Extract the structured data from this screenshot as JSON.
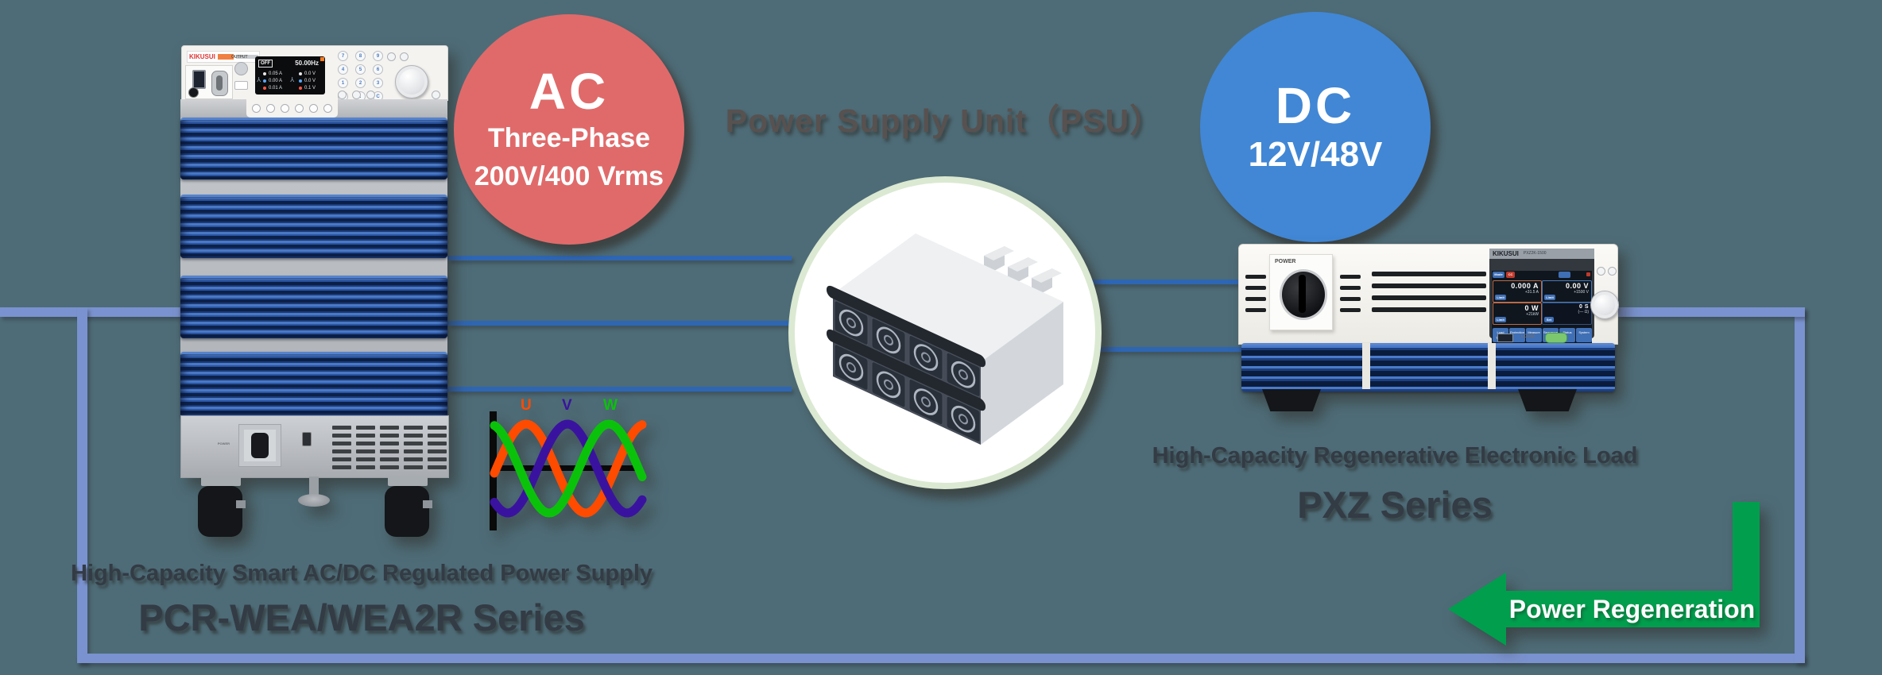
{
  "colors": {
    "background": "#4e6c77",
    "ac_badge": "#e06a6a",
    "dc_badge": "#4187d5",
    "line_blue": "#2e66b4",
    "loop_blue": "#7a92cf",
    "regen_green": "#009e4d",
    "caption_text": "#333b45",
    "psu_title_text": "#575150"
  },
  "psu": {
    "title": "Power Supply Unit（PSU）"
  },
  "ac_source": {
    "badge": {
      "title": "AC",
      "subtitle1": "Three-Phase",
      "subtitle2": "200V/400 Vrms"
    },
    "caption": {
      "line1": "High-Capacity Smart AC/DC Regulated Power Supply",
      "line2": "PCR-WEA/WEA2R Series"
    },
    "front_panel": {
      "brand": "KIKUSUI",
      "output_label": "OUTPUT",
      "power_label": "POWER",
      "display": {
        "status": "OFF",
        "frequency": "50.00Hz",
        "readings": [
          "0.05 A",
          "0.00 A",
          "0.01 A",
          "0.0 V",
          "0.0 V",
          "0.1 V"
        ]
      },
      "keypad": [
        "7",
        "8",
        "9",
        "4",
        "5",
        "6",
        "1",
        "2",
        "3",
        "0",
        ".",
        "C"
      ]
    }
  },
  "dc_load": {
    "badge": {
      "title": "DC",
      "subtitle1": "12V/48V"
    },
    "caption": {
      "line1": "High-Capacity Regenerative Electronic Load",
      "line2": "PXZ Series"
    },
    "front_panel": {
      "power_label": "POWER",
      "brand": "KIKUSUI",
      "model": "PXZ2K-1500",
      "load_label": "LOAD",
      "screen": {
        "mode_badge": "Mode",
        "cc_badge": "CC",
        "current": "0.000 A",
        "current_limit": "+31.5 A",
        "voltage": "0.00 V",
        "voltage_limit": "+1500 V",
        "power": "0 W",
        "power_limit": "+21kW",
        "resistance_line1": "0 S",
        "resistance_line2": "(— Ω)",
        "limit_label": "Limit",
        "set_label": "Set",
        "menu": [
          "Load Timing",
          "Protection",
          "Measure",
          "Sequence",
          "Status",
          "System"
        ]
      }
    }
  },
  "regeneration": {
    "label": "Power Regeneration"
  },
  "waveform": {
    "phases": [
      {
        "label": "U",
        "color": "#ff4b00"
      },
      {
        "label": "V",
        "color": "#3a12a0"
      },
      {
        "label": "W",
        "color": "#0bc20b"
      }
    ]
  }
}
